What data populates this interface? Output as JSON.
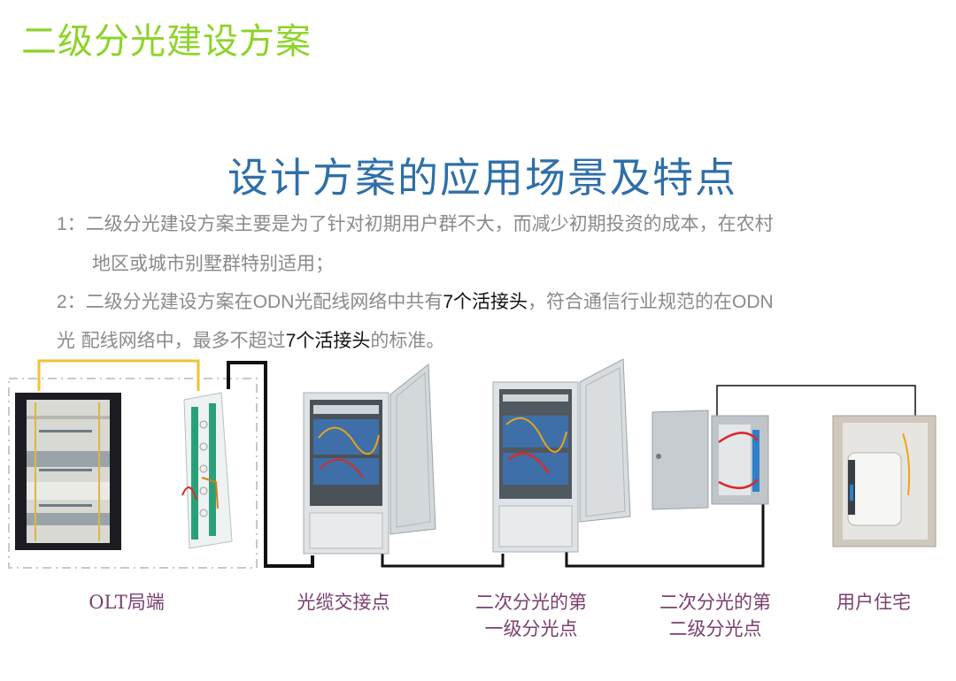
{
  "header": {
    "title": "二级分光建设方案"
  },
  "subtitle": "设计方案的应用场景及特点",
  "points": [
    {
      "num": "1：",
      "line1": "二级分光建设方案主要是为了针对初期用户群不大，而减少初期投资的成本，在农村",
      "line2": "地区或城市别墅群特别适用；"
    },
    {
      "num": "2：",
      "l1a": "二级分光建设方案在",
      "odn1": "ODN",
      "l1b": "光配线网络中共有",
      "seven1": "7",
      "l1c": "个活接头",
      "l1d": "，符合通信行业规范的在",
      "odn2": "ODN",
      "l2a": "光 配线网络中，最多不超过",
      "seven2": "7",
      "l2b": "个活接头",
      "l2c": "的标准。"
    }
  ],
  "nodes": [
    {
      "label": "OLT局端"
    },
    {
      "label": "光缆交接点"
    },
    {
      "label1": "二次分光的第",
      "label2": "一级分光点"
    },
    {
      "label1": "二次分光的第",
      "label2": "二级分光点"
    },
    {
      "label": "用户住宅"
    }
  ],
  "colors": {
    "title": "#8ed32a",
    "subtitle": "#2f6fa8",
    "body_text": "#8a8a8a",
    "label": "#7a3f6f",
    "patch_cord": "#f2c230",
    "fiber": "#111111"
  }
}
